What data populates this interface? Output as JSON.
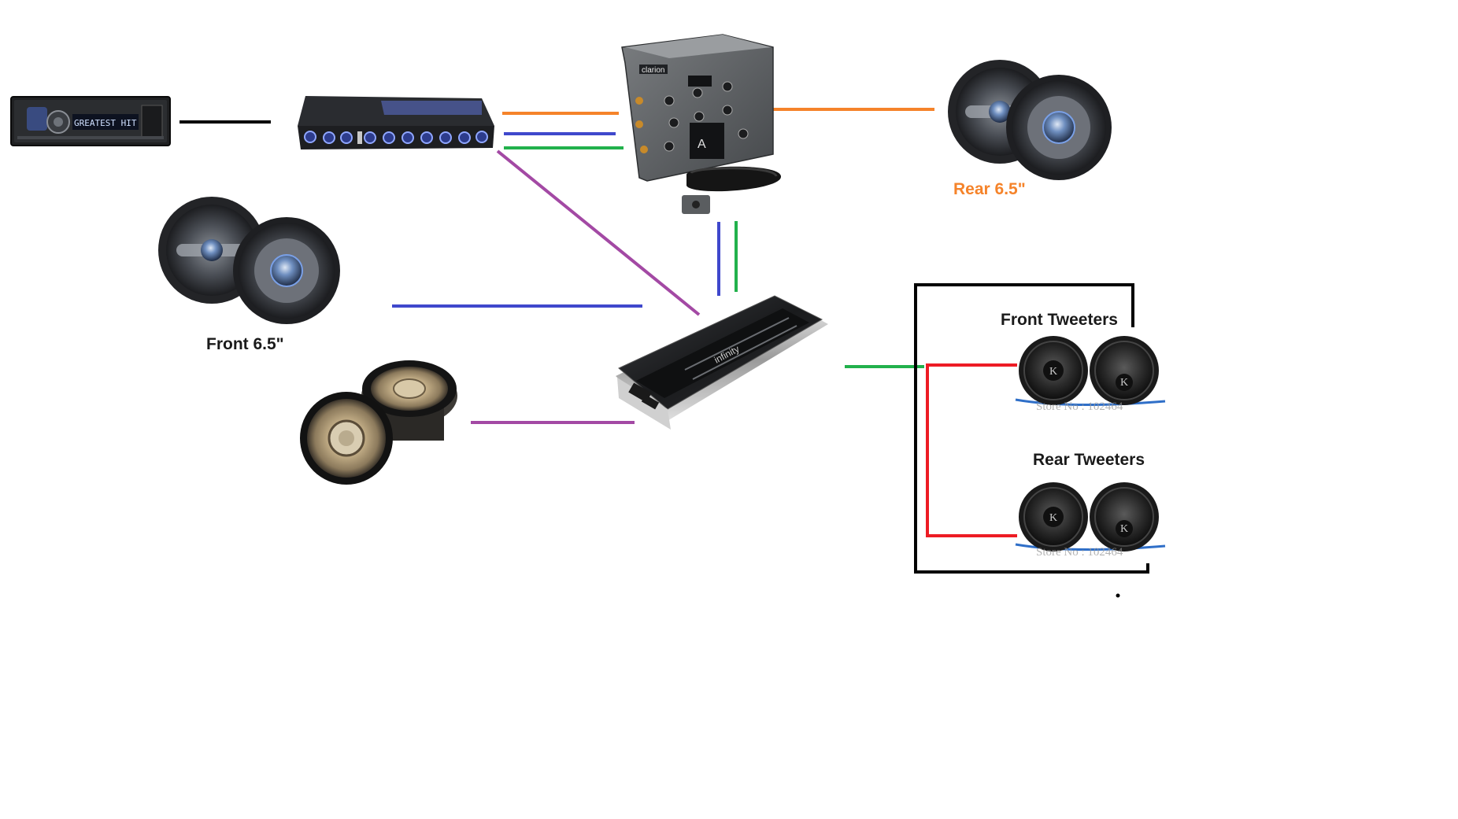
{
  "labels": {
    "rear_speakers": "Rear 6.5\"",
    "front_speakers": "Front 6.5\"",
    "front_tweeters": "Front Tweeters",
    "rear_tweeters": "Rear Tweeters"
  },
  "device_text": {
    "head_unit_display": "GREATEST HIT",
    "crossover_brand": "clarion",
    "amplifier_brand": "infinity",
    "watermark_front": "Store No : 102464",
    "watermark_rear": "Store No : 102464"
  },
  "colors": {
    "black_wire": "#000000",
    "orange_wire": "#f5832a",
    "blue_wire": "#3f48cc",
    "green_wire": "#22b14c",
    "purple_wire": "#a349a4",
    "red_wire": "#ed1c24",
    "rear_label": "#f5832a",
    "label_text": "#1a1a1a"
  },
  "icons": {
    "head_unit": "car-stereo-icon",
    "equalizer": "equalizer-icon",
    "crossover": "crossover-icon",
    "amplifier": "amplifier-icon",
    "speaker": "speaker-icon",
    "subwoofer": "subwoofer-icon",
    "tweeter": "tweeter-icon"
  }
}
